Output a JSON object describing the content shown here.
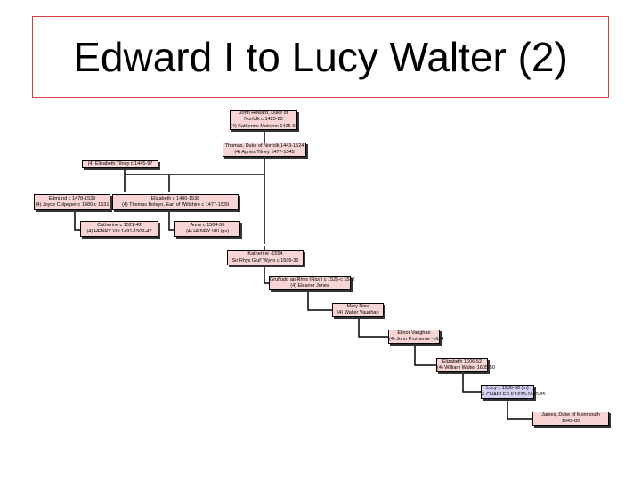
{
  "slide": {
    "title": "Edward I to Lucy Walter (2)"
  },
  "colors": {
    "title_border": "#d04040",
    "node_pink": "#f8d4d4",
    "node_violet": "#d8d0f4",
    "line": "#000000"
  },
  "nodes": [
    {
      "id": "john_howard",
      "line1": "John Howard, Duke of",
      "line2": "Norfolk c 1425-85",
      "line3": "(4) Katherine Moleyns 1425-65"
    },
    {
      "id": "thomas_norfolk",
      "line1": "Thomas, Duke of Norfolk 1443-1524",
      "line2": "(4) Agnes Tilney 1477-1545"
    },
    {
      "id": "elizabeth_tilney",
      "line1": "(4) Elizabeth Tilney c 1445-97"
    },
    {
      "id": "edmund",
      "line1": "Edmund c 1478-1539",
      "line2": "(4) Joyce Culpeper c 1480-c 1531"
    },
    {
      "id": "elizabeth_boleyn",
      "line1": "Elizabeth c 1480-1538",
      "line2": "(4) Thomas Boleyn, Earl of Wiltshire c 1477-1539"
    },
    {
      "id": "catherine",
      "line1": "Catherine c 1521-42",
      "line2": "(4) HENRY VIII 1491-1509-47"
    },
    {
      "id": "anne",
      "line1": "Anne c 1504-36",
      "line2": "(4) HENRY VIII (qv)"
    },
    {
      "id": "katherine",
      "line1": "Katherine -1554",
      "line2": "Sir Rhys G'uf' Wynn c 1509-32"
    },
    {
      "id": "gruffudd",
      "line1": "Gruffudd ap Rhys (Rice) c 1525-c 1582",
      "line2": "(4) Eleanor Jones"
    },
    {
      "id": "mary_rice",
      "line1": "Mary Rice",
      "line2": "(4) Walter Vaughan"
    },
    {
      "id": "elinor_vaughan",
      "line1": "Elinor Vaughan",
      "line2": "(4) John Protheroe -1624"
    },
    {
      "id": "elizabeth_walter",
      "line1": "Elizabeth 1606-52",
      "line2": "(4) William Walter 1605-50"
    },
    {
      "id": "lucy",
      "line1": "Lucy c 1630-58 (m)",
      "line2": "& CHARLES II 1630-1660-85"
    },
    {
      "id": "james",
      "line1": "James, Duke of Monmouth",
      "line2": "1649-85"
    }
  ]
}
